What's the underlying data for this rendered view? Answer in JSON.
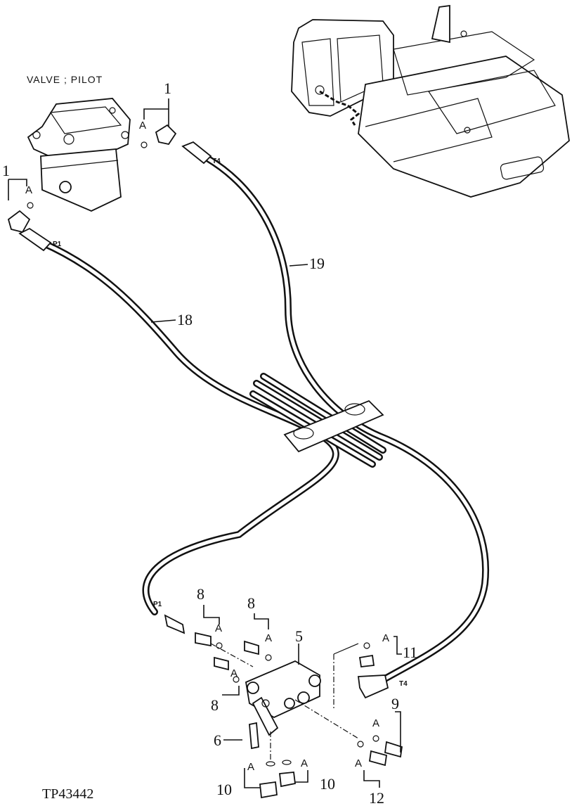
{
  "title": "VALVE ; PILOT",
  "drawing_code": "TP43442",
  "callouts": {
    "n1a": "1",
    "n1b": "1",
    "n5": "5",
    "n6": "6",
    "n8a": "8",
    "n8b": "8",
    "n8c": "8",
    "n9": "9",
    "n10a": "10",
    "n10b": "10",
    "n11": "11",
    "n12": "12",
    "n18": "18",
    "n19": "19"
  },
  "joint_letter": "A",
  "port_labels": {
    "t4_top": "T4",
    "p1_top": "P1",
    "p1_bottom": "P1",
    "t4_bottom": "T4"
  }
}
